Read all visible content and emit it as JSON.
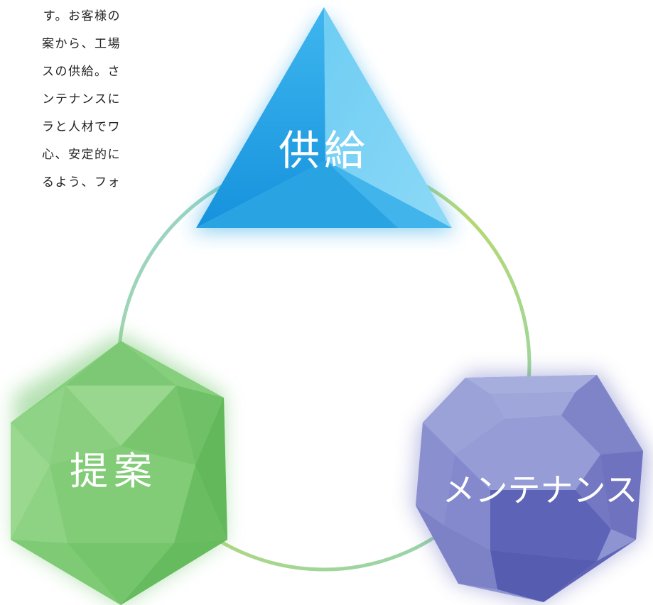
{
  "intro_lines": [
    "す。お客様の",
    "案から、工場",
    "スの供給。さ",
    "ンテナンスに",
    "ラと人材でワ",
    "心、安定的に",
    "るよう、フォ"
  ],
  "nodes": {
    "supply": {
      "label": "供給",
      "color": "#29a6e6"
    },
    "proposal": {
      "label": "提案",
      "color": "#6cc468"
    },
    "maintenance": {
      "label": "メンテナンス",
      "color": "#6b6fc0"
    }
  },
  "cycle_colors": [
    "#8fd3e0",
    "#a9d46c",
    "#8cd3a6"
  ]
}
